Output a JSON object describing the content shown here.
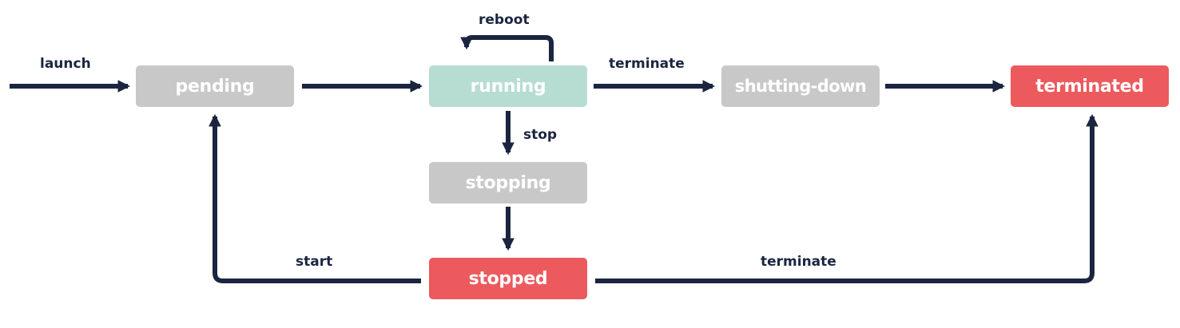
{
  "states": {
    "pending": "pending",
    "running": "running",
    "shutting_down": "shutting-down",
    "terminated": "terminated",
    "stopping": "stopping",
    "stopped": "stopped"
  },
  "transitions": {
    "launch": "launch",
    "reboot": "reboot",
    "terminate_from_running": "terminate",
    "stop": "stop",
    "start": "start",
    "terminate_from_stopped": "terminate"
  },
  "colors": {
    "neutral_state": "#c8c8c8",
    "running_state": "#b7ddd2",
    "end_state": "#ec5a5e",
    "arrow": "#1b2540",
    "state_text": "#ffffff"
  }
}
